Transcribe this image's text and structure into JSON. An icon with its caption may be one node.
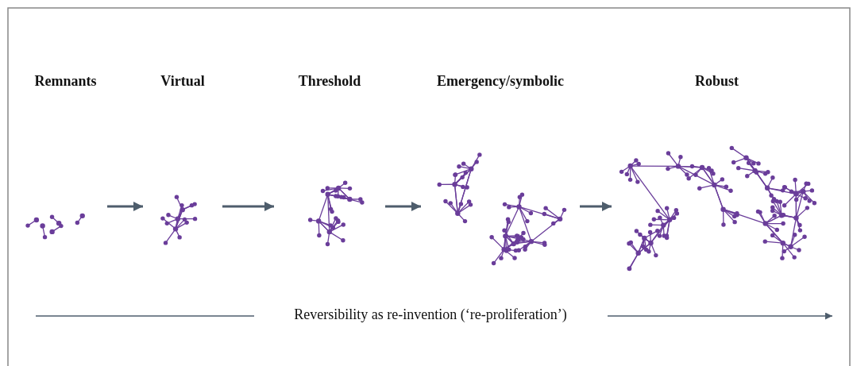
{
  "diagram": {
    "nodes": [
      {
        "text": [
          "Remnants"
        ]
      },
      {
        "text": [
          "Virtual"
        ]
      },
      {
        "text": [
          "Threshold"
        ]
      },
      {
        "text": [
          "Emergency/symbolic"
        ]
      },
      {
        "text": [
          "Robust"
        ]
      }
    ],
    "edges": [
      {
        "from": 0,
        "to": 1,
        "arrow": "to"
      },
      {
        "from": 1,
        "to": 2,
        "arrow": "to"
      },
      {
        "from": 2,
        "to": 3,
        "arrow": "to"
      },
      {
        "from": 3,
        "to": 4,
        "arrow": "to"
      }
    ],
    "labels": [
      "Reversibility as re-invention (‘re-proliferation’)"
    ]
  }
}
